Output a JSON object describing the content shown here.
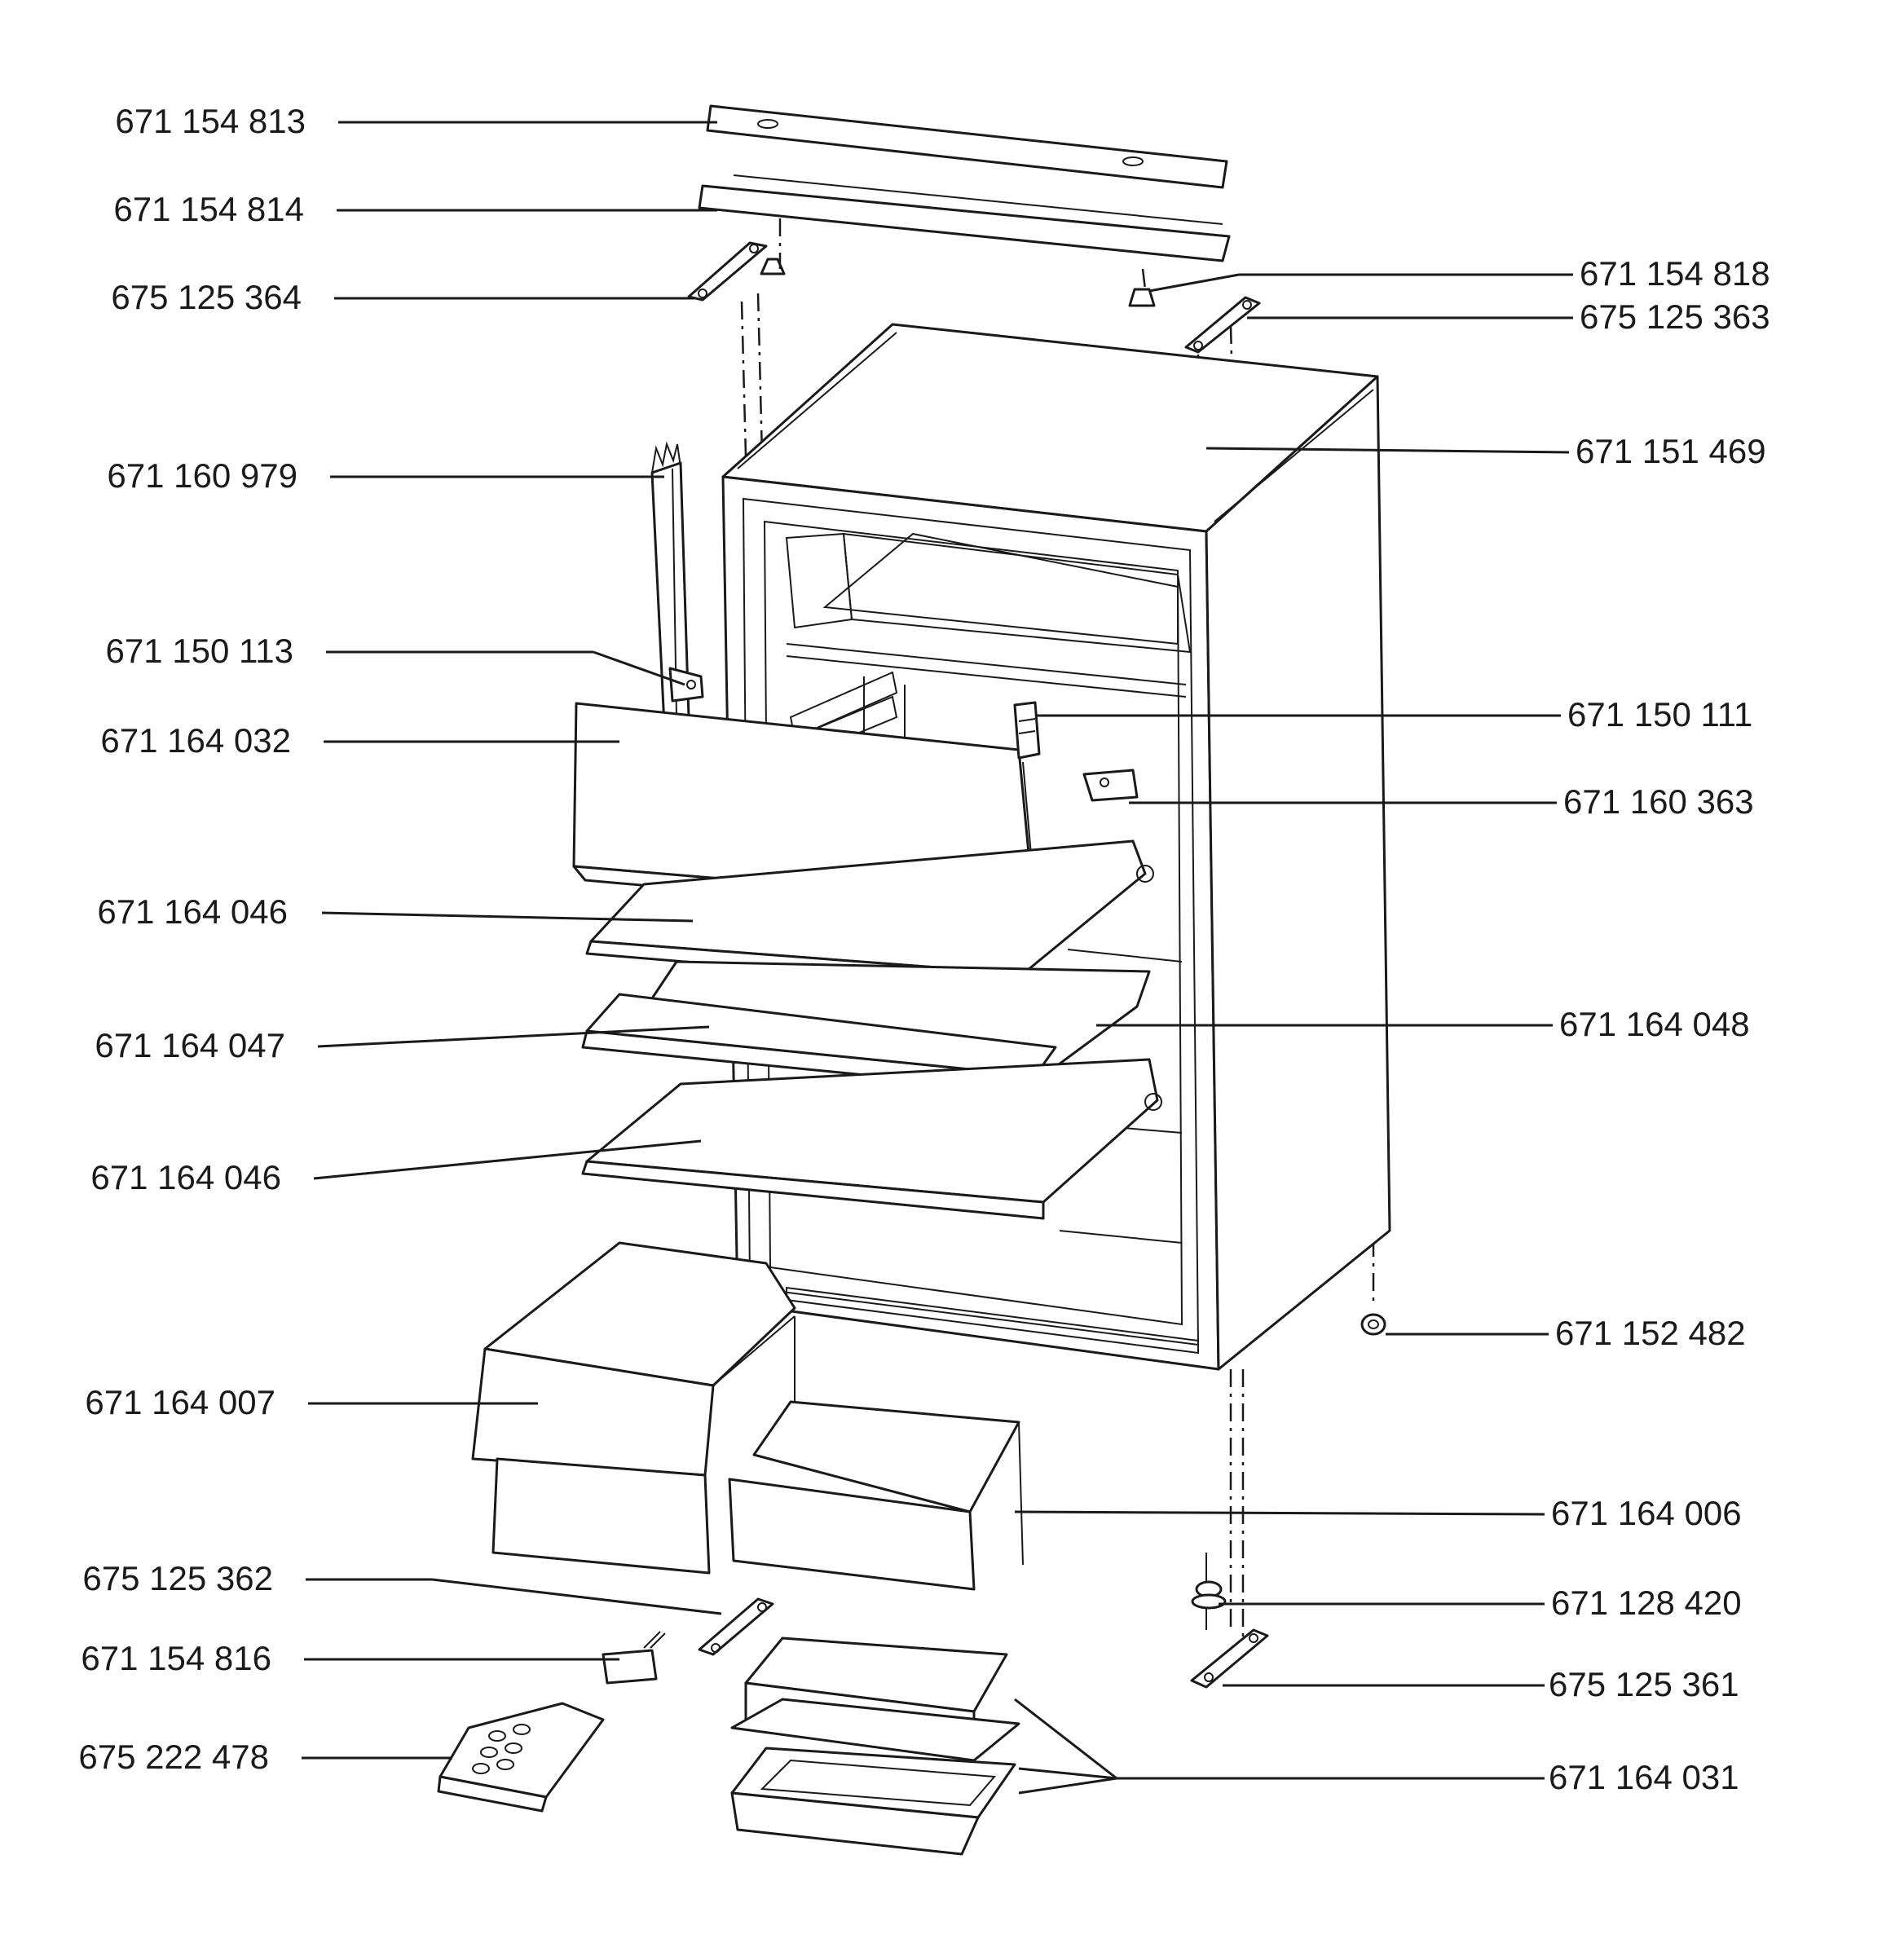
{
  "parts_left": [
    {
      "id": "671 154 813"
    },
    {
      "id": "671 154 814"
    },
    {
      "id": "675 125 364"
    },
    {
      "id": "671 160 979"
    },
    {
      "id": "671 150 113"
    },
    {
      "id": "671 164 032"
    },
    {
      "id": "671 164 046"
    },
    {
      "id": "671 164 047"
    },
    {
      "id": "671 164 046"
    },
    {
      "id": "671 164 007"
    },
    {
      "id": "675 125 362"
    },
    {
      "id": "671 154 816"
    },
    {
      "id": "675 222 478"
    }
  ],
  "parts_right": [
    {
      "id": "671 154 818"
    },
    {
      "id": "675 125 363"
    },
    {
      "id": "671 151 469"
    },
    {
      "id": "671 150 111"
    },
    {
      "id": "671 160 363"
    },
    {
      "id": "671 164 048"
    },
    {
      "id": "671 152 482"
    },
    {
      "id": "671 164 006"
    },
    {
      "id": "671 128 420"
    },
    {
      "id": "675 125 361"
    },
    {
      "id": "671 164 031"
    }
  ]
}
